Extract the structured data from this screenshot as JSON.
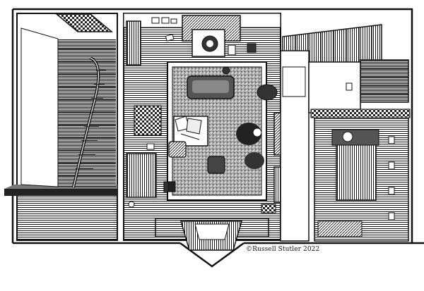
{
  "illustration": {
    "subject": "cutaway-floor-plan",
    "style": "pen-and-ink"
  },
  "credit": {
    "text": "©Russell Stutler 2022"
  },
  "colors": {
    "ink": "#111111",
    "paper": "#ffffff",
    "shade": "#555555"
  }
}
